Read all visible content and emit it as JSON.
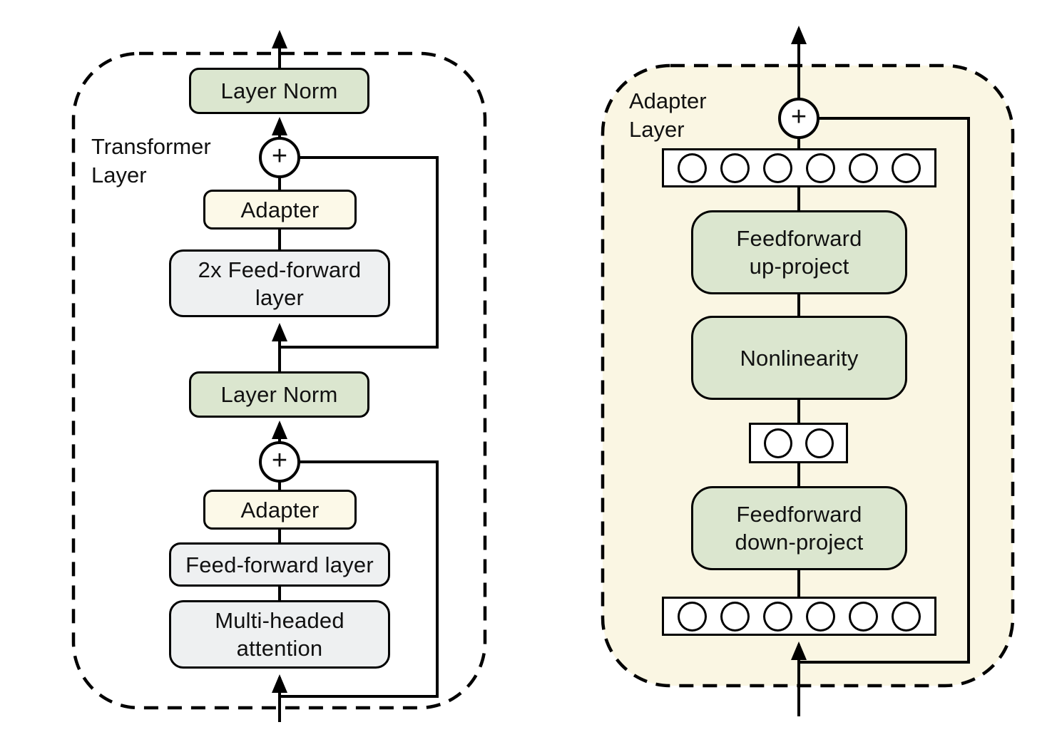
{
  "colors": {
    "box_green": "#dbe6cf",
    "box_cream": "#fcf9e8",
    "box_gray": "#eef0f1",
    "panel_cream": "#faf6e3",
    "line_black": "#000000",
    "text_black": "#111111"
  },
  "left_panel": {
    "label": {
      "line1": "Transformer",
      "line2": "Layer"
    },
    "layer_norm_top": "Layer Norm",
    "plus_top": "+",
    "adapter_top": "Adapter",
    "feed_forward_2x": {
      "line1": "2x Feed-forward",
      "line2": "layer"
    },
    "layer_norm_bottom": "Layer Norm",
    "plus_bottom": "+",
    "adapter_bottom": "Adapter",
    "feed_forward": "Feed-forward layer",
    "multi_headed_attention": {
      "line1": "Multi-headed",
      "line2": "attention"
    }
  },
  "right_panel": {
    "label": {
      "line1": "Adapter",
      "line2": "Layer"
    },
    "plus": "+",
    "feedforward_up": {
      "line1": "Feedforward",
      "line2": "up-project"
    },
    "nonlinearity": "Nonlinearity",
    "feedforward_down": {
      "line1": "Feedforward",
      "line2": "down-project"
    },
    "feature_rows": {
      "top_circles": 6,
      "bottleneck_circles": 2,
      "bottom_circles": 6
    }
  }
}
